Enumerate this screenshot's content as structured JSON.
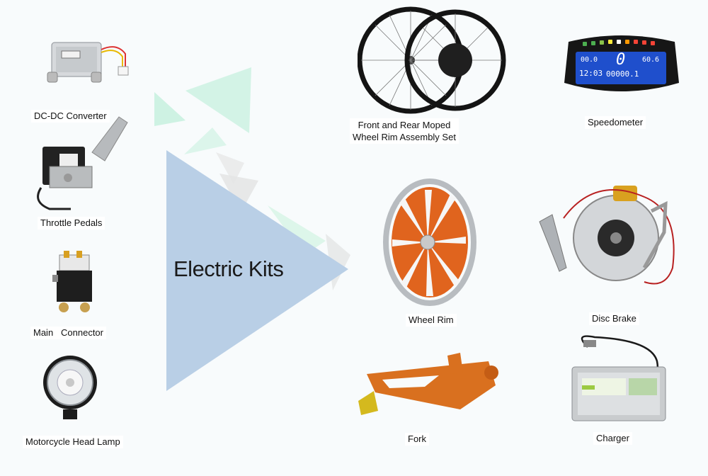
{
  "title": "Electric Kits",
  "products": {
    "dc_converter": "DC-DC Converter",
    "throttle_pedals": "Throttle Pedals",
    "main_connector": "Main   Connector",
    "head_lamp": "Motorcycle Head Lamp",
    "wheel_set": "Front and Rear Moped\nWheel Rim Assembly Set",
    "speedometer": "Speedometer",
    "wheel_rim": "Wheel Rim",
    "disc_brake": "Disc Brake",
    "fork": "Fork",
    "charger": "Charger"
  },
  "speedometer_display": {
    "left_top": "00.0",
    "left_bottom": "12:03",
    "center": "0",
    "right_top": "60.6",
    "right_bottom": "00000.1"
  },
  "colors": {
    "triangle": "#b9cfe6",
    "accent_green": "#c8f0dc",
    "rim_orange": "#e0641e",
    "fork_orange": "#d9701f"
  }
}
